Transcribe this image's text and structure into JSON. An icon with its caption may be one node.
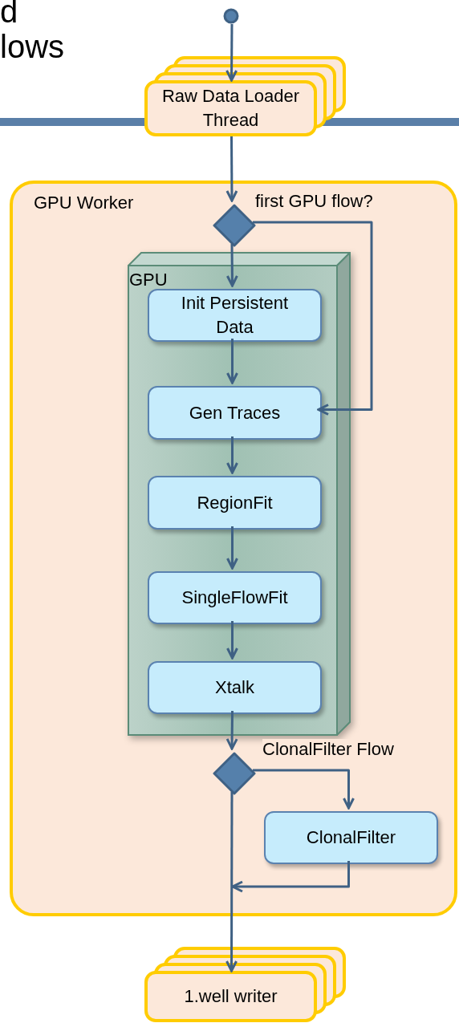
{
  "diagram": {
    "nodes": [
      {
        "text": [],
        "shape": "circle"
      },
      {
        "text": [
          "Raw Data Loader Thread"
        ]
      },
      {
        "text": [
          "GPU Worker"
        ]
      },
      {
        "text": [],
        "shape": "diamond",
        "in": 2
      },
      {
        "text": [
          "GPU"
        ],
        "in": 2
      },
      {
        "text": [
          "Init Persistent Data"
        ],
        "in": 4
      },
      {
        "text": [
          "Gen Traces"
        ],
        "in": 4
      },
      {
        "text": [
          "RegionFit"
        ],
        "in": 4
      },
      {
        "text": [
          "SingleFlowFit"
        ],
        "in": 4
      },
      {
        "text": [
          "Xtalk"
        ],
        "in": 4
      },
      {
        "text": [],
        "shape": "diamond",
        "in": 2
      },
      {
        "text": [
          "ClonalFilter"
        ],
        "in": 2
      },
      {
        "text": [
          "1.well writer"
        ]
      }
    ],
    "edges": [
      {
        "from": 0,
        "to": 1,
        "arrow": "to"
      },
      {
        "from": 1,
        "to": 3,
        "arrow": "to"
      },
      {
        "from": 3,
        "to": 5,
        "arrow": "to"
      },
      {
        "from": 3,
        "to": 6,
        "arrow": "to",
        "label": "first GPU flow?"
      },
      {
        "from": 5,
        "to": 6,
        "arrow": "to"
      },
      {
        "from": 6,
        "to": 7,
        "arrow": "to"
      },
      {
        "from": 7,
        "to": 8,
        "arrow": "to"
      },
      {
        "from": 8,
        "to": 9,
        "arrow": "to"
      },
      {
        "from": 9,
        "to": 10,
        "arrow": "to"
      },
      {
        "from": 10,
        "to": 11,
        "arrow": "to",
        "label": "ClonalFilter Flow"
      },
      {
        "from": 10,
        "to": 12,
        "arrow": "to"
      },
      {
        "from": 11,
        "to": null,
        "arrow": "to"
      }
    ],
    "labels": [
      "d lows"
    ]
  }
}
